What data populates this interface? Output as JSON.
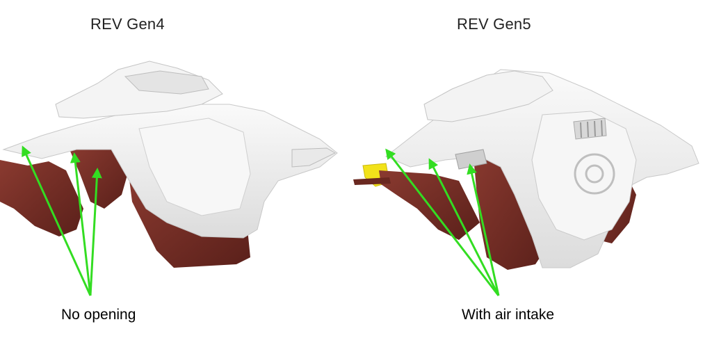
{
  "left_panel": {
    "title": "REV Gen4",
    "caption": "No opening"
  },
  "right_panel": {
    "title": "REV Gen5",
    "caption": "With air intake"
  },
  "colors": {
    "body_panel": "#f2f2f2",
    "body_shadow": "#d9d9d9",
    "lower_part": "#7a2f27",
    "lower_part_dark": "#5e221c",
    "arrow": "#33dd22",
    "intake_accent": "#f2e21a"
  }
}
